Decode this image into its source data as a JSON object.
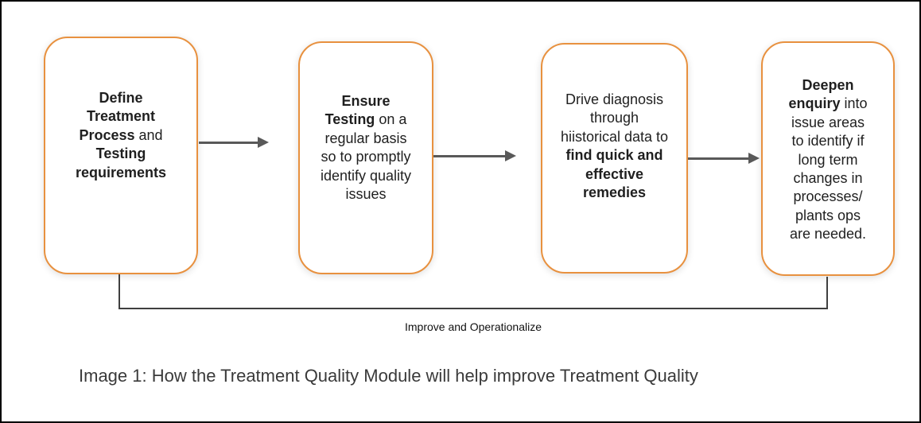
{
  "flow": {
    "boxes": [
      {
        "segments": [
          "Define Treatment Process",
          " and ",
          "Testing requirements"
        ]
      },
      {
        "segments": [
          "Ensure Testing",
          " on a regular basis so to promptly identify quality issues"
        ]
      },
      {
        "segments": [
          "Drive diagnosis through hiistorical data to ",
          "find quick and effective remedies"
        ]
      },
      {
        "segments": [
          "Deepen enquiry",
          " into issue areas to identify if long term changes in processes/ plants ops are needed."
        ]
      }
    ],
    "connectors": [
      "arrow-right",
      "arrow-right",
      "arrow-right"
    ],
    "feedback_loop_label": "Improve and Operationalize"
  },
  "caption": "Image 1: How the Treatment Quality Module will help improve Treatment Quality",
  "colors": {
    "box_border": "#e8913f",
    "arrow": "#595959",
    "loop_line": "#3f3f3f",
    "box_text": "#1f1f1f",
    "caption_text": "#3a3a3a",
    "frame_border": "#000000",
    "background": "#ffffff"
  }
}
